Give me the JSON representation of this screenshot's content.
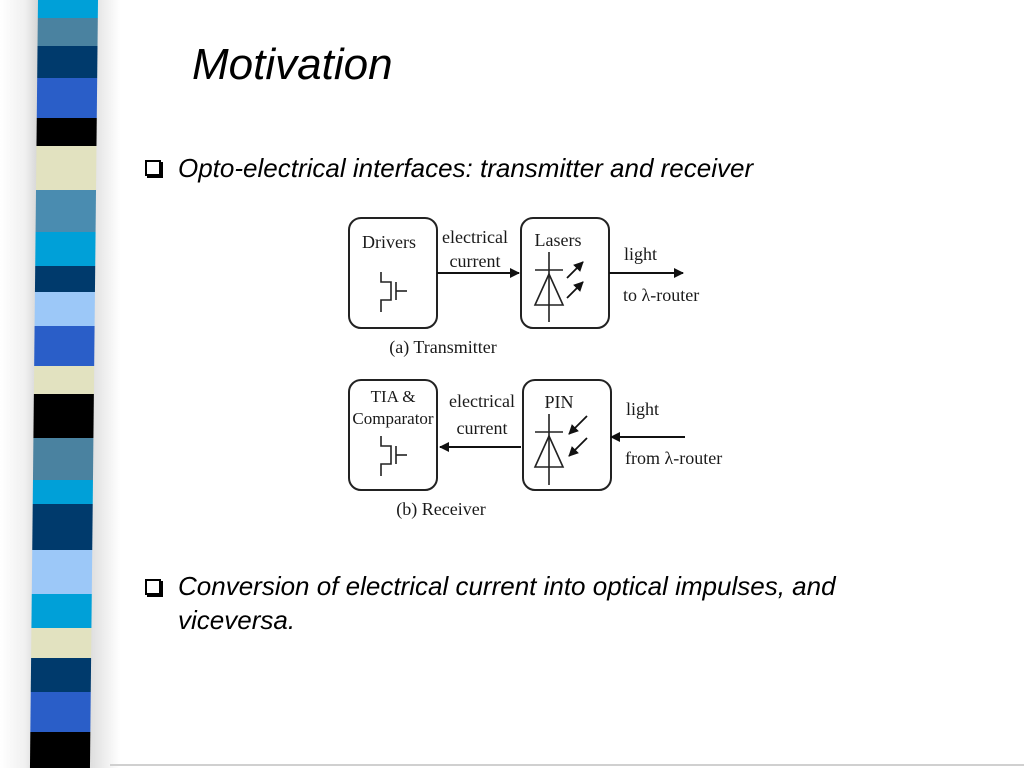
{
  "slide": {
    "title": "Motivation"
  },
  "bullets": [
    {
      "text": "Opto-electrical interfaces: transmitter and receiver"
    },
    {
      "text": "Conversion of electrical current into optical impulses, and viceversa."
    }
  ],
  "decoration": {
    "stripe_colors": [
      "#00a0d8",
      "#4a82a0",
      "#003a6c",
      "#2a5ec8",
      "#000000",
      "#e2e2c0",
      "#4a8cb0",
      "#00a0d8",
      "#003a6c",
      "#9cc8f8",
      "#2a5ec8",
      "#e2e2c0",
      "#000000",
      "#4a82a0",
      "#00a0d8",
      "#003a6c",
      "#9cc8f8",
      "#00a0d8",
      "#e2e2c0",
      "#003a6c",
      "#2a5ec8",
      "#000000"
    ],
    "stripe_units": [
      18,
      28,
      32,
      40,
      28,
      44,
      42,
      34,
      26,
      34,
      40,
      28,
      44,
      42,
      24,
      46,
      44,
      34,
      30,
      34,
      40,
      36
    ]
  },
  "diagram": {
    "transmitter": {
      "driver_label": "Drivers",
      "link_label_1": "electrical",
      "link_label_2": "current",
      "laser_label": "Lasers",
      "out_label_1": "light",
      "out_label_2": "to λ-router",
      "caption": "(a) Transmitter"
    },
    "receiver": {
      "tia_label_1": "TIA &",
      "tia_label_2": "Comparator",
      "link_label_1": "electrical",
      "link_label_2": "current",
      "pin_label": "PIN",
      "in_label_1": "light",
      "in_label_2": "from λ-router",
      "caption": "(b) Receiver"
    }
  }
}
